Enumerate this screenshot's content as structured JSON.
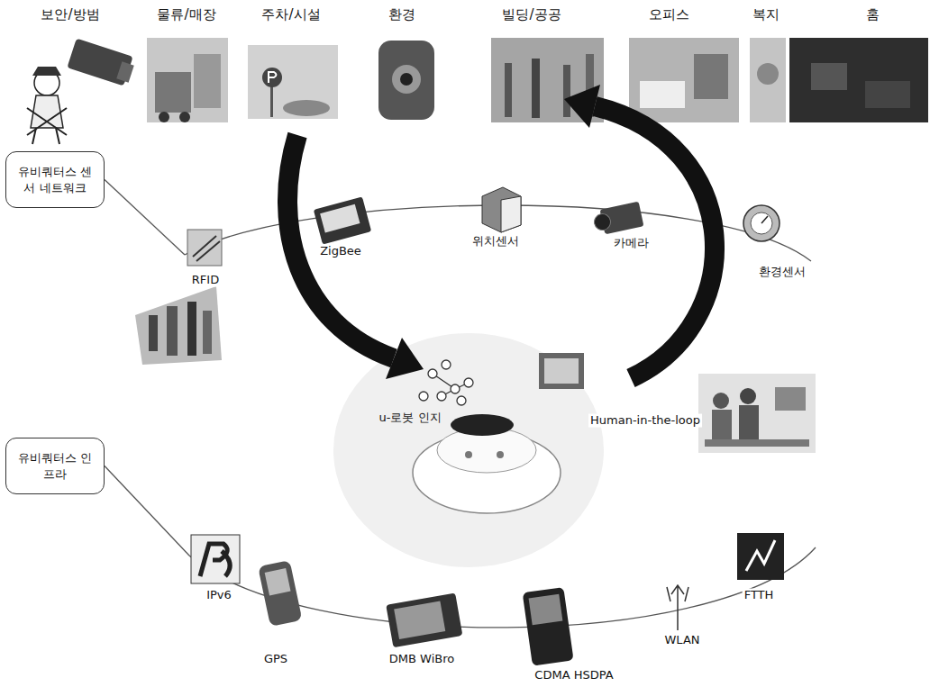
{
  "diagram": {
    "nodes": [
      {
        "text": [
          "유비쿼터스 센서 네트워크"
        ]
      },
      {
        "text": [
          "유비쿼터스 인프라"
        ]
      }
    ],
    "labels": [
      "보안/방범",
      "물류/매장",
      "주차/시설",
      "환경",
      "빌딩/공공",
      "오피스",
      "복지",
      "홈",
      "RFID",
      "ZigBee",
      "위치센서",
      "카메라",
      "환경센서",
      "u-로봇 인지",
      "Human-in-the-loop",
      "IPv6",
      "GPS",
      "DMB WiBro",
      "CDMA HSDPA",
      "WLAN",
      "FTTH"
    ]
  }
}
